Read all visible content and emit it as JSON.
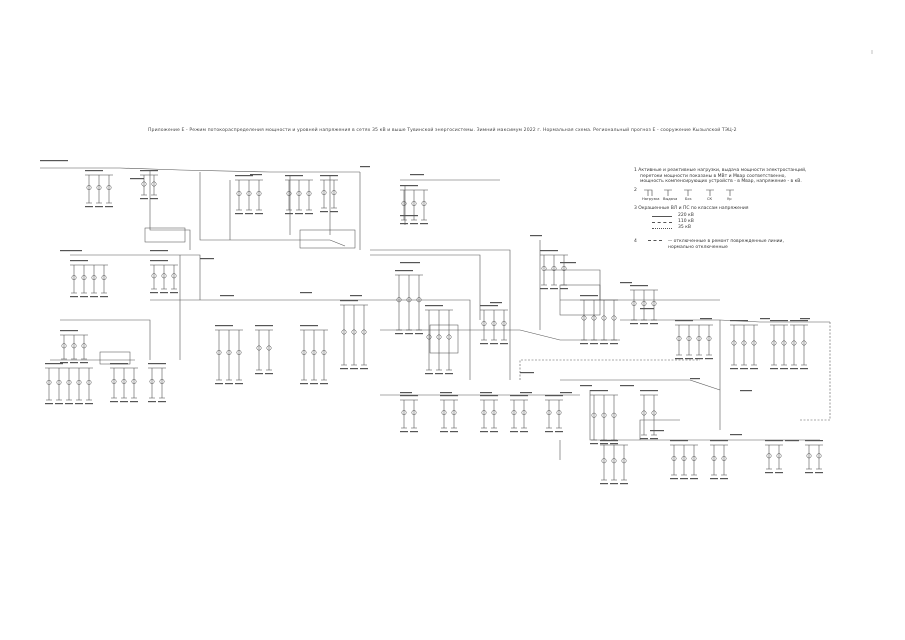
{
  "title": "Приложение Е - Режим потокораспределения мощности и уровней напряжения в сетях 35 кВ и выше Тувинской энергосистемы. Зимний максимум 2022 г. Нормальная схема. Региональный прогноз Е - сооружение Кызылской ТЭЦ-2",
  "legend": {
    "item1_line1": "1 Активные и реактивные нагрузки, выдача мощности электростанций,",
    "item1_line2": "перетоки мощности показаны в МВт и Мвар соответственно,",
    "item1_line3": "мощность компенсирующих устройств - в Мвар, напряжение - в кВ.",
    "item2_num": "2",
    "item2_symbols": [
      "Нагрузка",
      "Выдача",
      "Бск",
      "СК",
      "Ур"
    ],
    "item3_text": "3 Окрашенные ВЛ и ПС по классам напряжения",
    "voltage_classes": [
      "220 кВ",
      "110 кВ",
      "35 кВ"
    ],
    "item4_num": "4",
    "item4_line1": "— отключенные в ремонт поврежденные линии,",
    "item4_line2": "нормально отключенные"
  },
  "colors": {
    "ink": "#444444",
    "paper": "#ffffff"
  }
}
